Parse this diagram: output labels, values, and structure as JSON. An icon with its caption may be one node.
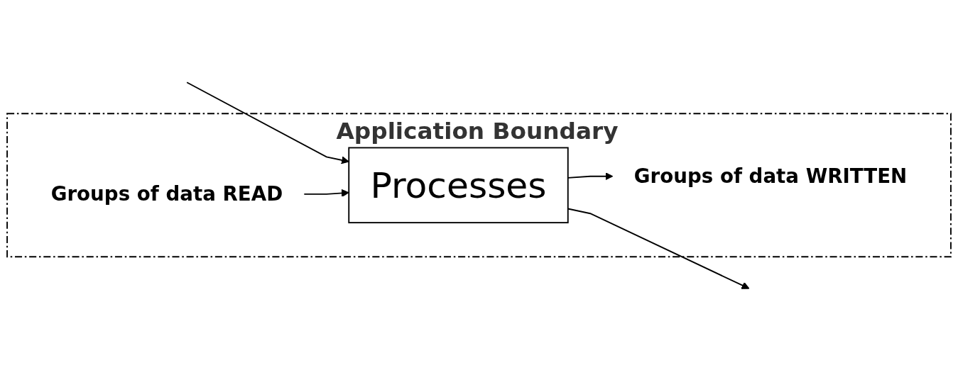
{
  "diagram": {
    "nodes": [
      {
        "text": [
          "Application Boundary"
        ]
      },
      {
        "text": [
          "Processes"
        ],
        "in": 0
      },
      {
        "text": [
          "Groups of data READ"
        ],
        "in": 0
      },
      {
        "text": [
          "Groups of data WRITTEN"
        ],
        "in": 0
      }
    ],
    "edges": [
      {
        "from": null,
        "to": 1,
        "arrow": "to"
      },
      {
        "from": 2,
        "to": 1,
        "arrow": "to"
      },
      {
        "from": 1,
        "to": null,
        "arrow": "to"
      },
      {
        "from": 1,
        "to": 3,
        "arrow": "to"
      }
    ]
  }
}
